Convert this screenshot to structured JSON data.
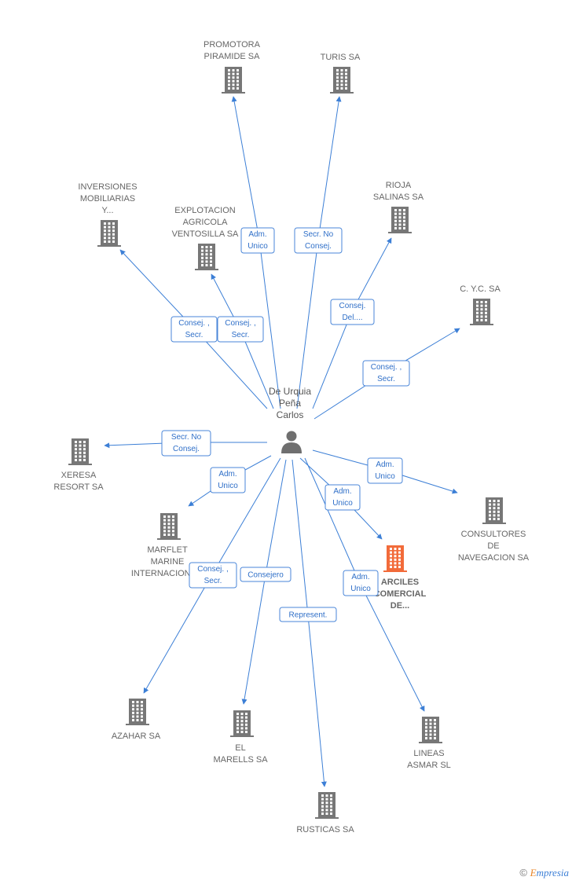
{
  "center": {
    "label_lines": [
      "De Urquia",
      "Peña",
      "Carlos"
    ],
    "icon": "person-icon"
  },
  "colors": {
    "edge": "#3c7fd6",
    "building": "#777777",
    "highlight": "#f26b3a"
  },
  "nodes": [
    {
      "id": "promotora",
      "label_lines": [
        "PROMOTORA",
        "PIRAMIDE SA"
      ],
      "icon": "building-icon",
      "highlight": false
    },
    {
      "id": "turis",
      "label_lines": [
        "TURIS SA"
      ],
      "icon": "building-icon",
      "highlight": false
    },
    {
      "id": "inversiones",
      "label_lines": [
        "INVERSIONES",
        "MOBILIARIAS",
        "Y..."
      ],
      "icon": "building-icon",
      "highlight": false
    },
    {
      "id": "explotacion",
      "label_lines": [
        "EXPLOTACION",
        "AGRICOLA",
        "VENTOSILLA SA"
      ],
      "icon": "building-icon",
      "highlight": false
    },
    {
      "id": "rioja",
      "label_lines": [
        "RIOJA",
        "SALINAS SA"
      ],
      "icon": "building-icon",
      "highlight": false
    },
    {
      "id": "cyc",
      "label_lines": [
        "C. Y.C. SA"
      ],
      "icon": "building-icon",
      "highlight": false
    },
    {
      "id": "xeresa",
      "label_lines": [
        "XERESA",
        "RESORT SA"
      ],
      "icon": "building-icon",
      "highlight": false
    },
    {
      "id": "marflet",
      "label_lines": [
        "MARFLET",
        "MARINE",
        "INTERNACIONA..."
      ],
      "icon": "building-icon",
      "highlight": false
    },
    {
      "id": "consultores",
      "label_lines": [
        "CONSULTORES",
        "DE",
        "NAVEGACION SA"
      ],
      "icon": "building-icon",
      "highlight": false
    },
    {
      "id": "arciles",
      "label_lines": [
        "ARCILES",
        "COMERCIAL",
        "DE..."
      ],
      "icon": "building-icon",
      "highlight": true
    },
    {
      "id": "azahar",
      "label_lines": [
        "AZAHAR SA"
      ],
      "icon": "building-icon",
      "highlight": false
    },
    {
      "id": "elmarells",
      "label_lines": [
        "EL",
        "MARELLS SA"
      ],
      "icon": "building-icon",
      "highlight": false
    },
    {
      "id": "lineas",
      "label_lines": [
        "LINEAS",
        "ASMAR SL"
      ],
      "icon": "building-icon",
      "highlight": false
    },
    {
      "id": "rusticas",
      "label_lines": [
        "RUSTICAS SA"
      ],
      "icon": "building-icon",
      "highlight": false
    }
  ],
  "edges": [
    {
      "to": "promotora",
      "label_lines": [
        "Adm.",
        "Unico"
      ]
    },
    {
      "to": "turis",
      "label_lines": [
        "Secr.  No",
        "Consej."
      ]
    },
    {
      "to": "inversiones",
      "label_lines": [
        "Consej. ,",
        "Secr."
      ]
    },
    {
      "to": "explotacion",
      "label_lines": [
        "Consej. ,",
        "Secr."
      ]
    },
    {
      "to": "rioja",
      "label_lines": [
        "Consej.",
        "Del...."
      ]
    },
    {
      "to": "cyc",
      "label_lines": [
        "Consej. ,",
        "Secr."
      ]
    },
    {
      "to": "xeresa",
      "label_lines": [
        "Secr.  No",
        "Consej."
      ]
    },
    {
      "to": "marflet",
      "label_lines": [
        "Adm.",
        "Unico"
      ]
    },
    {
      "to": "consultores",
      "label_lines": [
        "Adm.",
        "Unico"
      ]
    },
    {
      "to": "arciles",
      "label_lines": [
        "Adm.",
        "Unico"
      ]
    },
    {
      "to": "azahar",
      "label_lines": [
        "Consej. ,",
        "Secr."
      ]
    },
    {
      "to": "elmarells",
      "label_lines": [
        "Consejero"
      ]
    },
    {
      "to": "lineas",
      "label_lines": [
        "Adm.",
        "Unico"
      ]
    },
    {
      "to": "rusticas",
      "label_lines": [
        "Represent."
      ]
    }
  ],
  "footer": {
    "copyright": "©",
    "brand_first": "E",
    "brand_rest": "mpresia"
  }
}
